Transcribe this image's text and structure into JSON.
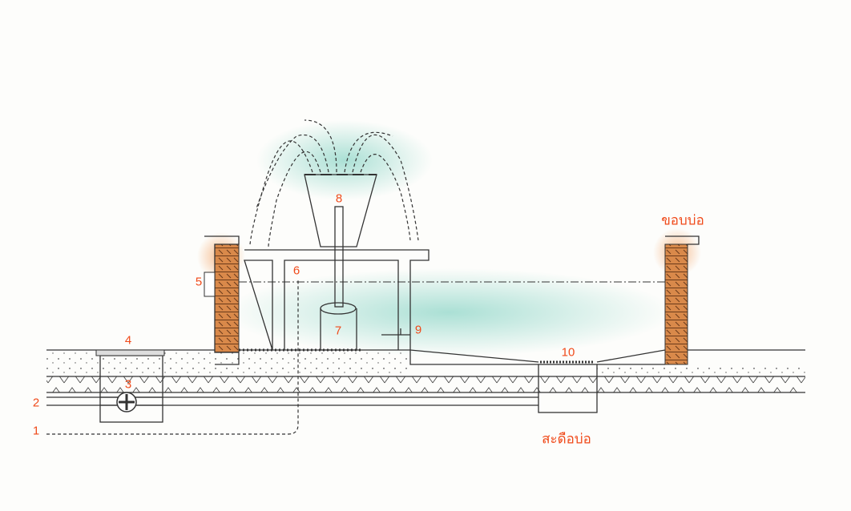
{
  "colors": {
    "label": "#f04a1a",
    "water": "#9fdcd0",
    "brick": "#d9894a"
  },
  "labels": {
    "n1": "1",
    "n2": "2",
    "n3": "3",
    "n4": "4",
    "n5": "5",
    "n6": "6",
    "n7": "7",
    "n8": "8",
    "n9": "9",
    "n10": "10",
    "pond_edge": "ขอบบ่อ",
    "pond_drain": "สะดือบ่อ"
  }
}
